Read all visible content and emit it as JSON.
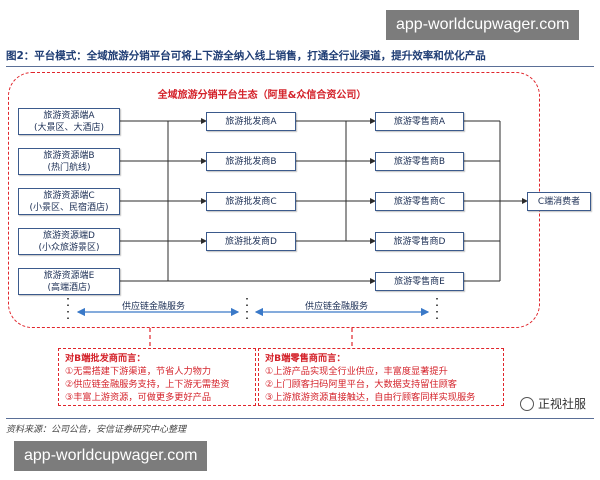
{
  "watermark_top": "app-worldcupwager.com",
  "watermark_bottom": "app-worldcupwager.com",
  "figure_title": "图2：平台模式：全域旅游分销平台可将上下游全纳入线上销售，打通全行业渠道，提升效率和优化产品",
  "ecosystem_title": "全域旅游分销平台生态（阿里&众信合资公司）",
  "resources": [
    {
      "line1": "旅游资源端A",
      "line2": "(大景区、大酒店)"
    },
    {
      "line1": "旅游资源端B",
      "line2": "(热门航线)"
    },
    {
      "line1": "旅游资源端C",
      "line2": "(小景区、民宿酒店)"
    },
    {
      "line1": "旅游资源端D",
      "line2": "(小众旅游景区)"
    },
    {
      "line1": "旅游资源端E",
      "line2": "(高端酒店)"
    }
  ],
  "wholesalers": [
    "旅游批发商A",
    "旅游批发商B",
    "旅游批发商C",
    "旅游批发商D"
  ],
  "retailers": [
    "旅游零售商A",
    "旅游零售商B",
    "旅游零售商C",
    "旅游零售商D",
    "旅游零售商E"
  ],
  "consumer": "C端消费者",
  "finance_left": "供应链金融服务",
  "finance_right": "供应链金融服务",
  "b_wholesale": {
    "title": "对B端批发商而言：",
    "items": [
      "①无需搭建下游渠道，节省人力物力",
      "②供应链金融服务支持，上下游无需垫资",
      "③丰富上游资源，可做更多更好产品"
    ]
  },
  "b_retail": {
    "title": "对B端零售商而言：",
    "items": [
      "①上游产品实现全行业供应，丰富度显著提升",
      "②上门顾客扫码阿里平台，大数据支持留住顾客",
      "③上游旅游资源直接触达，自由行顾客同样实现服务"
    ]
  },
  "source": "资料来源：公司公告，安信证券研究中心整理",
  "logo_text": "正视社服",
  "colors": {
    "accent_red": "#e0252b",
    "box_border": "#3b5a8c",
    "title_blue": "#1f3d74"
  }
}
